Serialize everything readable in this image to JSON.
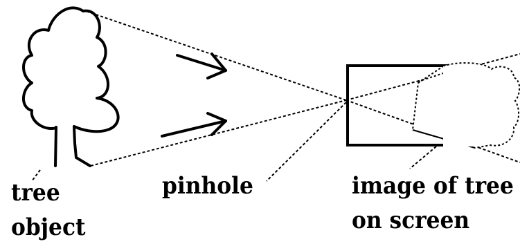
{
  "labels": {
    "tree_line1": "tree",
    "tree_line2": "object",
    "pinhole": "pinhole",
    "image_line1": "image of tree",
    "image_line2": "on screen"
  },
  "colors": {
    "ink": "#000000",
    "background": "#ffffff"
  }
}
